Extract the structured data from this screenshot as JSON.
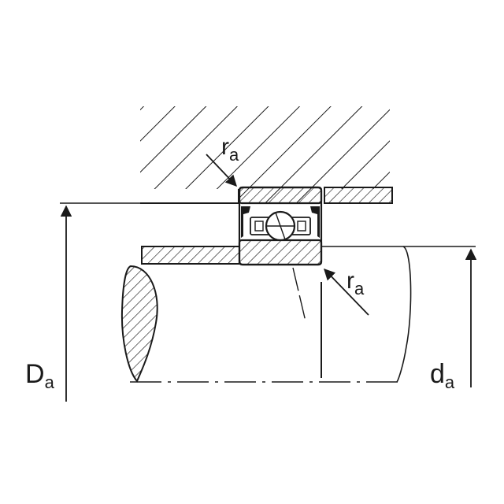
{
  "labels": {
    "fillet_top": {
      "main": "r",
      "sub": "a"
    },
    "fillet_bottom": {
      "main": "r",
      "sub": "a"
    },
    "housing_diameter": {
      "main": "D",
      "sub": "a"
    },
    "shaft_diameter": {
      "main": "d",
      "sub": "a"
    }
  },
  "colors": {
    "line": "#1a1a1a",
    "background": "#ffffff",
    "seal": "#1a1a1a"
  }
}
